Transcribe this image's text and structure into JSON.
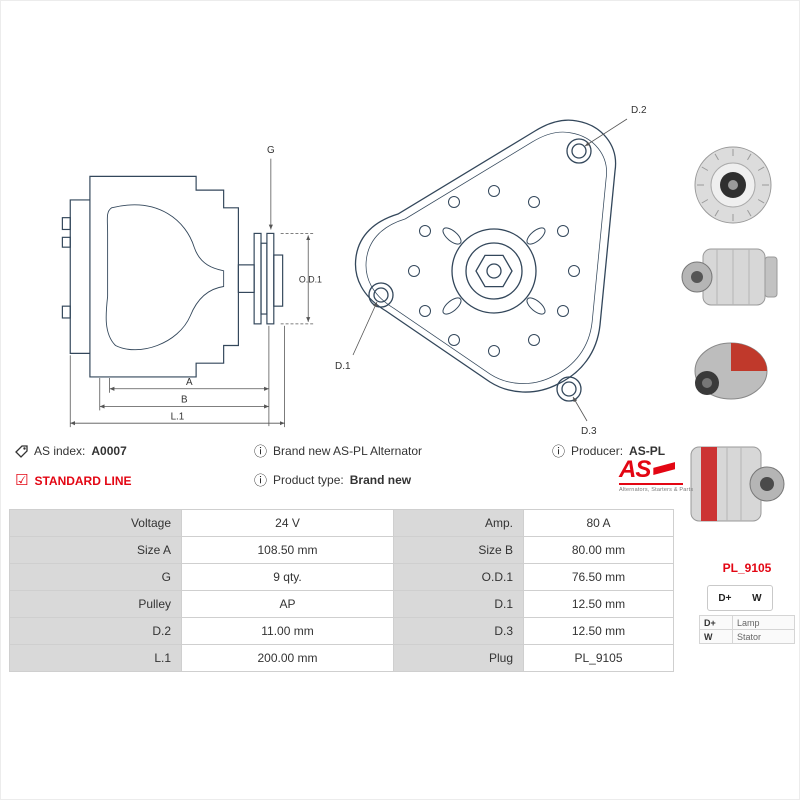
{
  "info": {
    "as_index_label": "AS index:",
    "as_index_value": "A0007",
    "standard_line_label": "STANDARD LINE",
    "brand_new_text": "Brand new AS-PL Alternator",
    "product_type_label": "Product type:",
    "product_type_value": "Brand new",
    "producer_label": "Producer:",
    "producer_value": "AS-PL"
  },
  "icons": {
    "info_char": "ⓘ",
    "check_char": "☑"
  },
  "logo": {
    "text": "AS",
    "tagline": "Alternators, Starters & Parts"
  },
  "drawing_labels": {
    "side": {
      "g": "G",
      "od1": "O.D.1",
      "a": "A",
      "b": "B",
      "l1": "L.1"
    },
    "front": {
      "d1": "D.1",
      "d2": "D.2",
      "d3": "D.3"
    }
  },
  "spec_table": {
    "rows": [
      {
        "label1": "Voltage",
        "value1": "24 V",
        "label2": "Amp.",
        "value2": "80 A"
      },
      {
        "label1": "Size A",
        "value1": "108.50 mm",
        "label2": "Size B",
        "value2": "80.00 mm"
      },
      {
        "label1": "G",
        "value1": "9 qty.",
        "label2": "O.D.1",
        "value2": "76.50 mm"
      },
      {
        "label1": "Pulley",
        "value1": "AP",
        "label2": "D.1",
        "value2": "12.50 mm"
      },
      {
        "label1": "D.2",
        "value1": "11.00 mm",
        "label2": "D.3",
        "value2": "12.50 mm"
      },
      {
        "label1": "L.1",
        "value1": "200.00 mm",
        "label2": "Plug",
        "value2": "PL_9105"
      }
    ]
  },
  "plug_panel": {
    "code": "PL_9105",
    "pin1": "D+",
    "pin2": "W",
    "legend": [
      {
        "pin": "D+",
        "desc": "Lamp"
      },
      {
        "pin": "W",
        "desc": "Stator"
      }
    ]
  },
  "colors": {
    "accent_red": "#e30613",
    "table_label_bg": "#d9d9d9",
    "drawing_stroke": "#33475b"
  }
}
